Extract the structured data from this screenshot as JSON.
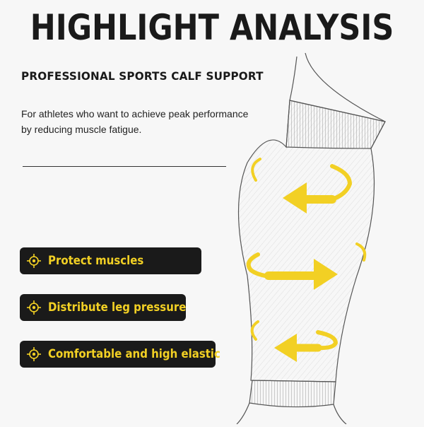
{
  "header": {
    "title": "HIGHLIGHT ANALYSIS",
    "subtitle": "PROFESSIONAL SPORTS CALF SUPPORT"
  },
  "description": {
    "line1": "For athletes who want to achieve peak performance",
    "line2": "by reducing muscle fatigue."
  },
  "features": [
    {
      "label": "Protect muscles",
      "icon": "target-icon"
    },
    {
      "label": "Distribute leg pressure",
      "icon": "target-icon"
    },
    {
      "label": "Comfortable and high elastic",
      "icon": "target-icon"
    }
  ],
  "colors": {
    "accent": "#f2d024",
    "badge_bg": "#1a1a1a",
    "text": "#1a1a1a"
  }
}
